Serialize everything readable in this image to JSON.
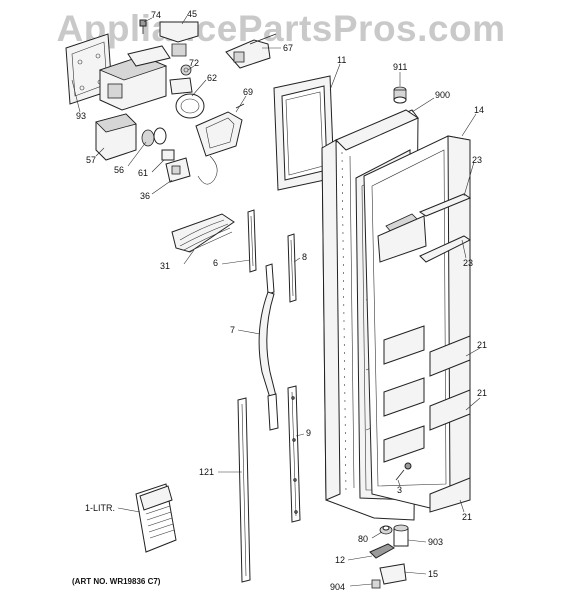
{
  "watermark": "AppliancePartsPros.com",
  "art_number": "(ART NO. WR19836 C7)",
  "callouts": {
    "p74": "74",
    "p45": "45",
    "p67": "67",
    "p93": "93",
    "p72": "72",
    "p62": "62",
    "p69": "69",
    "p57": "57",
    "p56": "56",
    "p61": "61",
    "p36": "36",
    "p11": "11",
    "p911": "911",
    "p900": "900",
    "p14": "14",
    "p23a": "23",
    "p23b": "23",
    "p31": "31",
    "p6": "6",
    "p8": "8",
    "p7": "7",
    "p21a": "21",
    "p21b": "21",
    "p21c": "21",
    "p9": "9",
    "p121": "121",
    "p1litr": "1-LITR.",
    "p3": "3",
    "p80": "80",
    "p903": "903",
    "p12": "12",
    "p15": "15",
    "p904": "904"
  }
}
